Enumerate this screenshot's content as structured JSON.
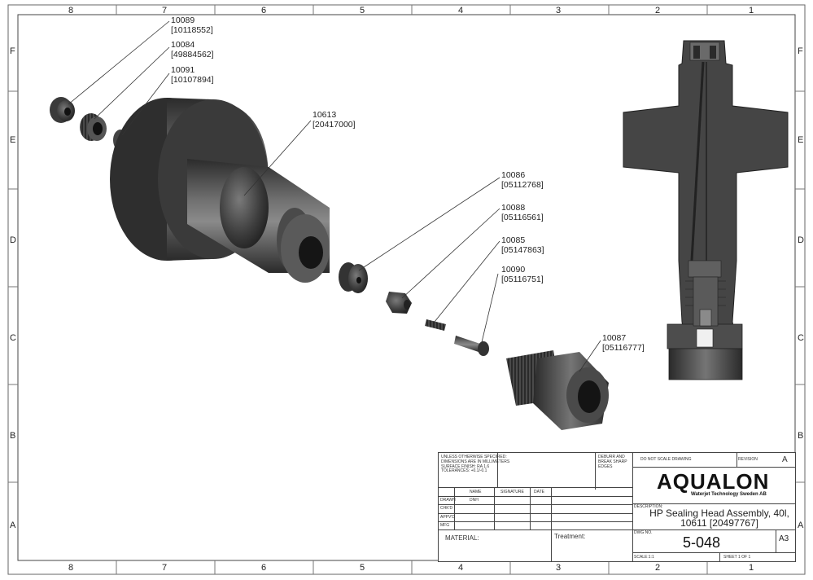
{
  "drawing": {
    "zones_top": [
      "8",
      "7",
      "6",
      "5",
      "4",
      "3",
      "2",
      "1"
    ],
    "zones_bottom": [
      "8",
      "7",
      "6",
      "5",
      "4",
      "3",
      "2",
      "1"
    ],
    "zones_side": [
      "F",
      "E",
      "D",
      "C",
      "B",
      "A"
    ],
    "callouts": [
      {
        "part": "10089",
        "code": "[10118552]"
      },
      {
        "part": "10084",
        "code": "[49884562]"
      },
      {
        "part": "10091",
        "code": "[10107894]"
      },
      {
        "part": "10613",
        "code": "[20417000]"
      },
      {
        "part": "10086",
        "code": "[05112768]"
      },
      {
        "part": "10088",
        "code": "[05116561]"
      },
      {
        "part": "10085",
        "code": "[05147863]"
      },
      {
        "part": "10090",
        "code": "[05116751]"
      },
      {
        "part": "10087",
        "code": "[05116777]"
      }
    ]
  },
  "title_block": {
    "unless_note": [
      "UNLESS OTHERWISE SPECIFIED:",
      "DIMENSIONS ARE IN MILLIMETERS",
      "SURFACE FINISH: RA 1.6",
      "TOLERANCES: +0.1/-0.1"
    ],
    "deburr": [
      "DEBURR AND",
      "BREAK SHARP",
      "EDGES"
    ],
    "do_not_scale": "DO NOT SCALE DRAWING",
    "revision_label": "REVISION",
    "revision_value": "A",
    "col_name": "NAME",
    "col_signature": "SIGNATURE",
    "col_date": "DATE",
    "row_drawn": "DRAWN",
    "drawn_name": "DNH",
    "row_chkd": "CHK'D",
    "row_appvd": "APPV'D",
    "row_mfg": "MFG",
    "material_label": "MATERIAL:",
    "treatment_label": "Treatment:",
    "logo_text": "AQUALON",
    "logo_sub": "Waterjet Technology Sweden AB",
    "description_label": "DESCRIPTION:",
    "description_line1": "HP Sealing Head Assembly, 40l,",
    "description_line2": "10611 [20497767]",
    "dwg_no_label": "DWG NO.",
    "dwg_no": "5-048",
    "size": "A3",
    "scale": "SCALE:1:1",
    "sheet": "SHEET 1 OF 1"
  }
}
